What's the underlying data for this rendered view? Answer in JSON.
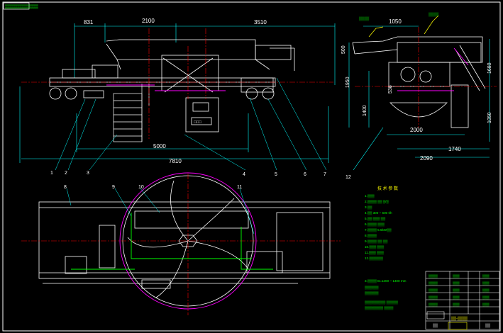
{
  "title_stamp": "▒▒▒▒▒▒▒▒▒▒▒",
  "dimensions": {
    "front_left_small": "831",
    "front_mid": "2100",
    "front_right": "3510",
    "front_bottom_1": "5000",
    "front_bottom_2": "7810",
    "side_top": "1050",
    "side_left_v1": "500",
    "side_left_v2": "1950",
    "side_left_v3": "1400",
    "side_mid_small": "538",
    "side_right_v1": "1680",
    "side_right_v2": "1050",
    "side_width_1": "2000",
    "side_width_2": "1740",
    "side_width_3": "2090"
  },
  "callouts_front": [
    "1",
    "2",
    "3",
    "4",
    "5",
    "6",
    "7"
  ],
  "callout_side": "12",
  "callouts_plan": [
    "8",
    "9",
    "10",
    "11"
  ],
  "spec_block": {
    "header": "技 术 参 数",
    "rows": [
      "1.▒▒▒",
      "2.▒▒▒▒  ▒▒   ▒/▒",
      "3.▒▒",
      "4.▒▒      300 ~ 600 t/h",
      "5.▒▒      ▒▒▒  ▒▒",
      "6.▒▒▒▒      ▒▒▒",
      "7.▒▒▒▒      5.5kW▒▒",
      "8.▒▒▒▒",
      "9.▒▒▒▒  ▒▒  ▒▒",
      "10.▒▒▒    ▒▒▒",
      "11.▒▒▒    ▒▒▒",
      "12.▒▒▒▒▒▒"
    ],
    "range_line": "3.▒▒▒▒    B=1200 ~ 1400 mm",
    "notes": [
      "▒▒▒▒▒▒",
      "▒▒▒▒▒▒",
      "▒▒▒▒▒▒▒▒▒ ▒▒▒▒▒",
      "▒▒▒▒▒▒▒▒ ▒▒▒▒"
    ]
  },
  "title_block": {
    "drawing_no": "▒▒-▒▒▒▒",
    "label_left": "▒▒",
    "scale": "▒▒"
  },
  "side_labels": {
    "top_left": "▒▒▒▒",
    "top_right": "▒▒▒▒"
  },
  "colors": {
    "background": "#000000",
    "outline": "#ffffff",
    "dimension": "#00ffff",
    "center_line": "#ff0000",
    "highlight": "#ff00ff",
    "green": "#00ff00",
    "yellow": "#ffff00"
  }
}
